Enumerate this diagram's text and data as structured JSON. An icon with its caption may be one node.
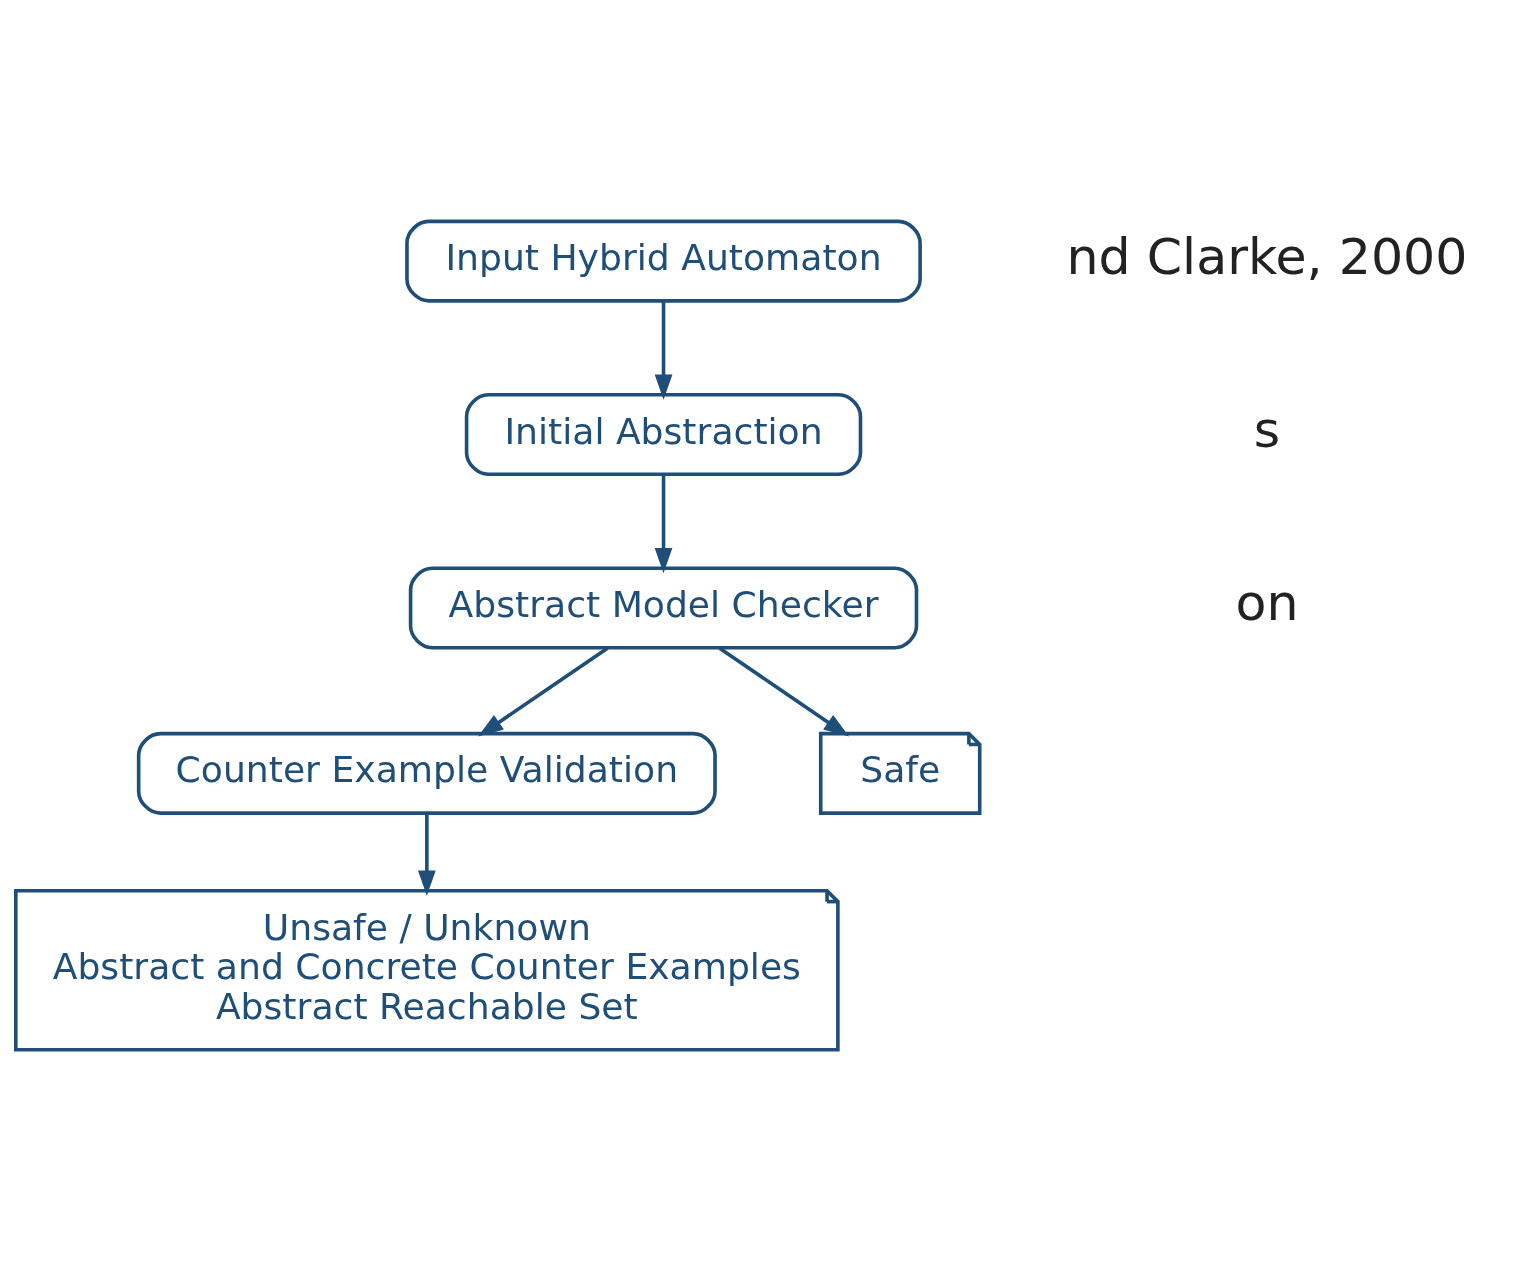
{
  "diagram": {
    "nodes": [
      {
        "text": [
          "Input Hybrid Automaton"
        ]
      },
      {
        "text": [
          "Initial Abstraction"
        ]
      },
      {
        "text": [
          "Abstract Model Checker"
        ]
      },
      {
        "text": [
          "Counter Example Validation"
        ]
      },
      {
        "text": [
          "Unsafe / Unknown",
          "Abstract and Concrete Counter Examples",
          "Abstract Reachable Set"
        ]
      },
      {
        "text": [
          "Safe"
        ]
      }
    ],
    "edges": [
      {
        "from": 0,
        "to": 1,
        "arrow": "to"
      },
      {
        "from": 1,
        "to": 2,
        "arrow": "to"
      },
      {
        "from": 2,
        "to": 3,
        "arrow": "to"
      },
      {
        "from": 2,
        "to": 5,
        "arrow": "to"
      },
      {
        "from": 3,
        "to": 4,
        "arrow": "to"
      }
    ],
    "labels": [
      "nd Clarke, 2000",
      "s",
      "on"
    ]
  }
}
